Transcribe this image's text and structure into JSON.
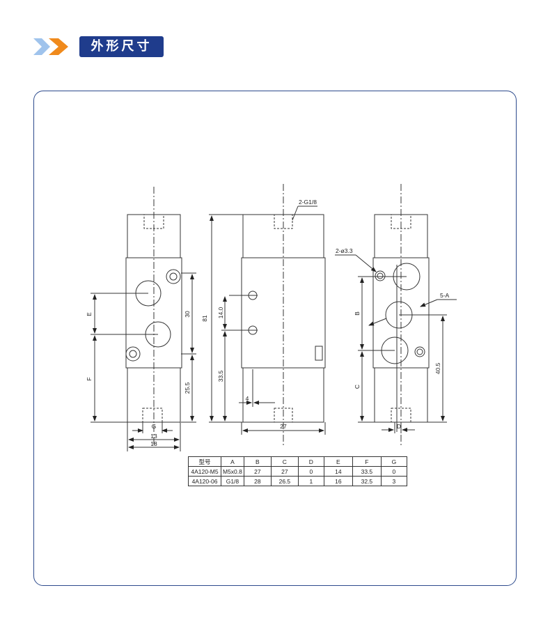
{
  "header": {
    "title": "外形尺寸"
  },
  "colors": {
    "accent_blue": "#1f3c8c",
    "accent_orange": "#f08a1c",
    "light_blue": "#9fc3ec",
    "frame": "#2c4a8c",
    "line": "#333333"
  },
  "icons": {
    "header": "double-chevron-icon"
  },
  "drawing": {
    "callout_ports_top": "2-G1/8",
    "callout_holes": "2-ø3.3",
    "callout_ports_side": "5-A",
    "left_view": {
      "dim_e": "E",
      "dim_f": "F",
      "dim_g": "G",
      "dim_13": "13",
      "dim_18": "18",
      "dim_30": "30",
      "dim_25_5": "25.5"
    },
    "middle_view": {
      "dim_81": "81",
      "dim_14": "14.0",
      "dim_33_5": "33.5",
      "dim_4": "4",
      "dim_27": "27"
    },
    "right_view": {
      "dim_b": "B",
      "dim_c": "C",
      "dim_d": "D",
      "dim_40_5": "40.5"
    }
  },
  "table": {
    "headers": [
      "型号",
      "A",
      "B",
      "C",
      "D",
      "E",
      "F",
      "G"
    ],
    "rows": [
      [
        "4A120-M5",
        "M5x0.8",
        "27",
        "27",
        "0",
        "14",
        "33.5",
        "0"
      ],
      [
        "4A120-06",
        "G1/8",
        "28",
        "26.5",
        "1",
        "16",
        "32.5",
        "3"
      ]
    ]
  }
}
